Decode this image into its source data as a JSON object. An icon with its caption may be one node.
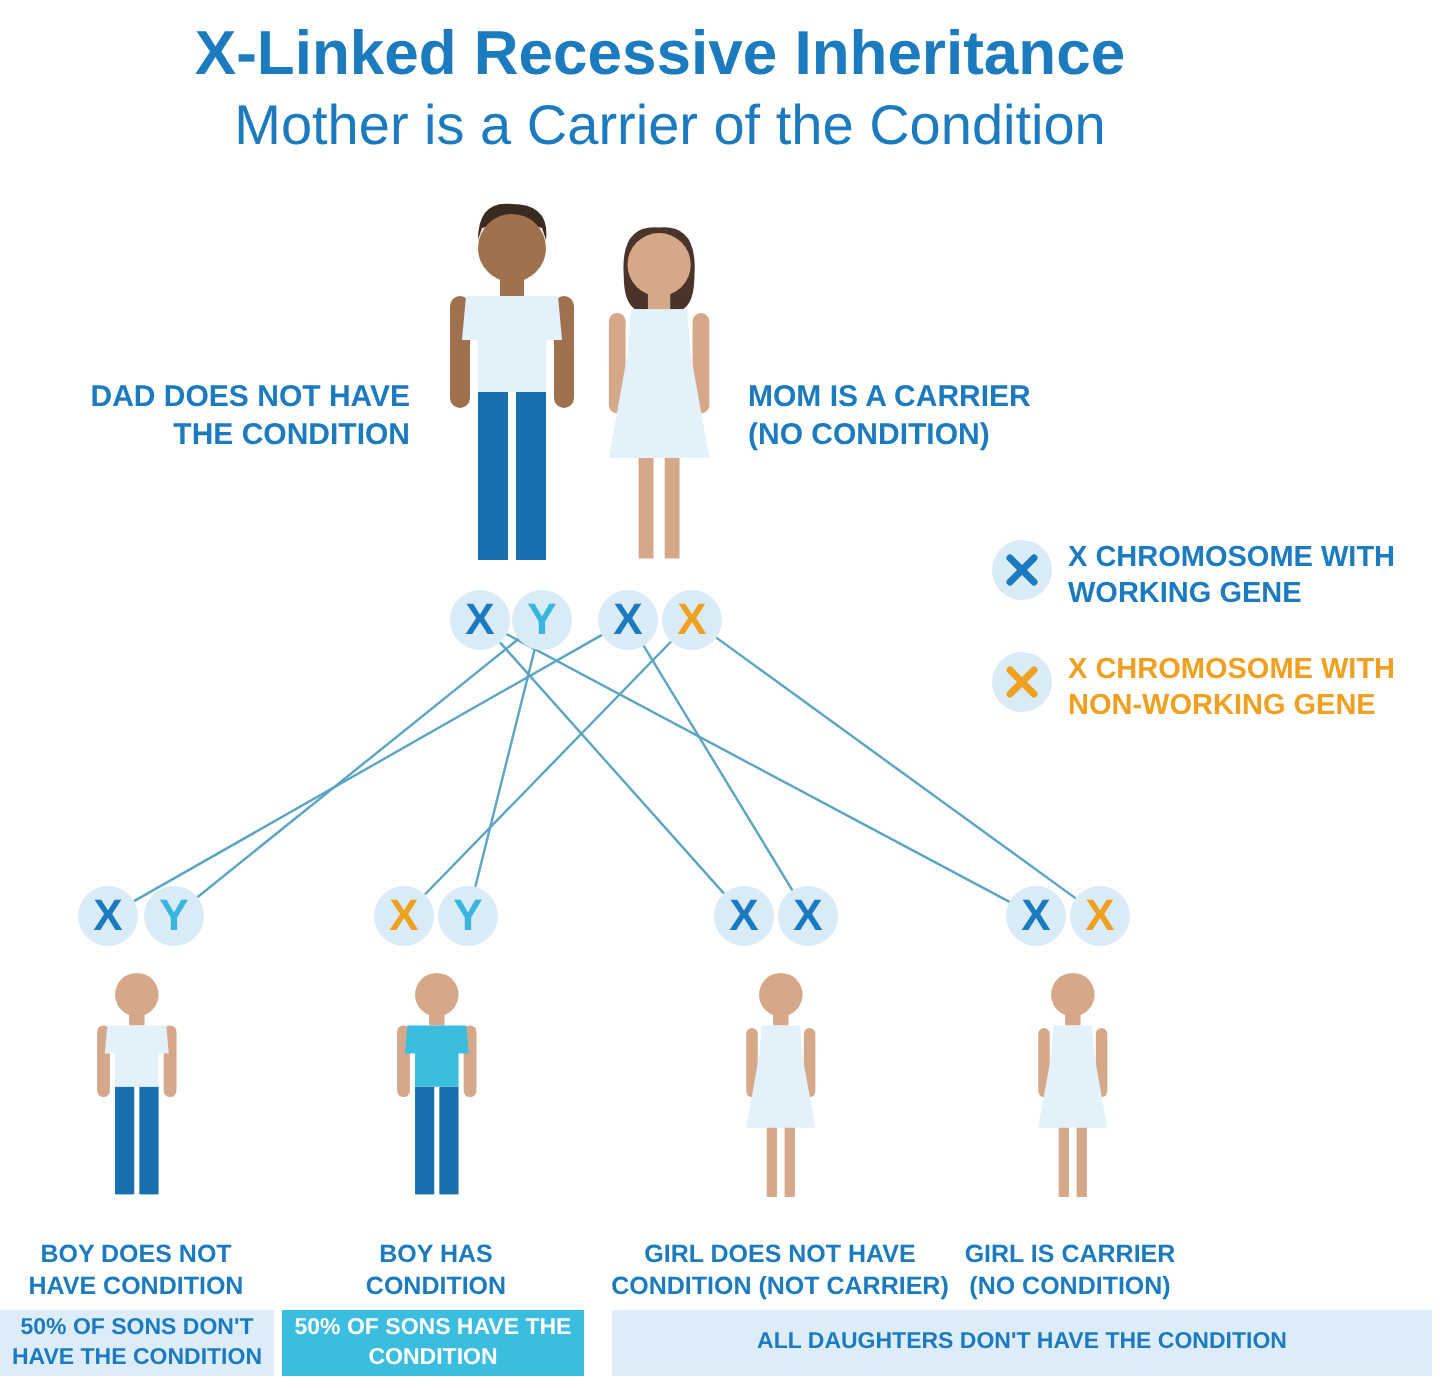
{
  "diagram": {
    "title": "X-Linked Recessive Inheritance",
    "nodes": [
      {
        "text": [
          "X"
        ]
      },
      {
        "text": [
          "Y"
        ]
      },
      {
        "text": [
          "X"
        ]
      },
      {
        "text": [
          "X"
        ]
      },
      {
        "text": [
          "X"
        ]
      },
      {
        "text": [
          "Y"
        ]
      },
      {
        "text": [
          "X"
        ]
      },
      {
        "text": [
          "Y"
        ]
      },
      {
        "text": [
          "X"
        ]
      },
      {
        "text": [
          "X"
        ]
      },
      {
        "text": [
          "X"
        ]
      },
      {
        "text": [
          "X"
        ]
      },
      {
        "text": [
          "50% OF SONS DON'T HAVE THE CONDITION"
        ]
      },
      {
        "text": [
          "50% OF SONS HAVE THE CONDITION"
        ]
      },
      {
        "text": [
          "ALL DAUGHTERS DON'T HAVE THE CONDITION"
        ]
      }
    ],
    "edges": [
      {
        "from": 2,
        "to": 4,
        "arrow": "none"
      },
      {
        "from": 1,
        "to": 5,
        "arrow": "none"
      },
      {
        "from": 3,
        "to": 6,
        "arrow": "none"
      },
      {
        "from": 1,
        "to": 7,
        "arrow": "none"
      },
      {
        "from": 0,
        "to": 8,
        "arrow": "none"
      },
      {
        "from": 2,
        "to": 9,
        "arrow": "none"
      },
      {
        "from": 0,
        "to": 10,
        "arrow": "none"
      },
      {
        "from": 3,
        "to": 11,
        "arrow": "none"
      }
    ],
    "labels": [
      "Mother is a Carrier of the Condition",
      "DAD DOES NOT HAVE THE CONDITION",
      "MOM IS A CARRIER (NO CONDITION)",
      "BOY DOES NOT HAVE CONDITION",
      "BOY HAS CONDITION",
      "GIRL DOES NOT HAVE CONDITION (NOT CARRIER)",
      "GIRL IS CARRIER (NO CONDITION)"
    ],
    "legend": [
      {
        "text": "X CHROMOSOME WITH WORKING GENE",
        "color": "#1c7bbf"
      },
      {
        "text": "X CHROMOSOME WITH NON-WORKING GENE",
        "color": "#f0a020"
      }
    ]
  }
}
